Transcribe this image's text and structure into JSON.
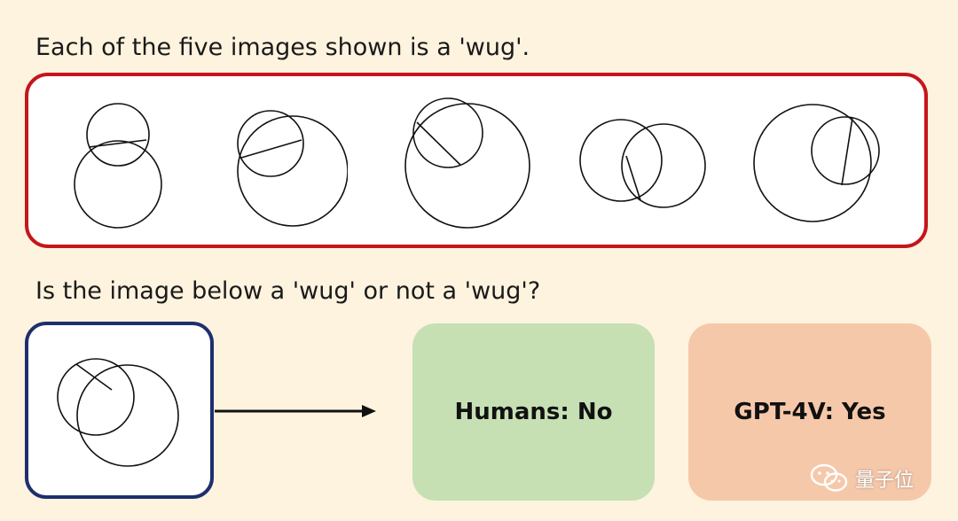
{
  "prompts": {
    "intro": "Each of the five images shown is a 'wug'.",
    "question": "Is the image below a 'wug' or not a 'wug'?"
  },
  "answers": {
    "humans": "Humans: No",
    "gpt4v": "GPT-4V: Yes"
  },
  "watermark": {
    "text": "量子位",
    "icon": "wechat-icon"
  },
  "colors": {
    "background": "#fdf3df",
    "examples_border": "#c4161c",
    "query_border": "#1e2f6e",
    "humans_fill": "#c6e0b4",
    "gpt_fill": "#f6c8aa"
  }
}
